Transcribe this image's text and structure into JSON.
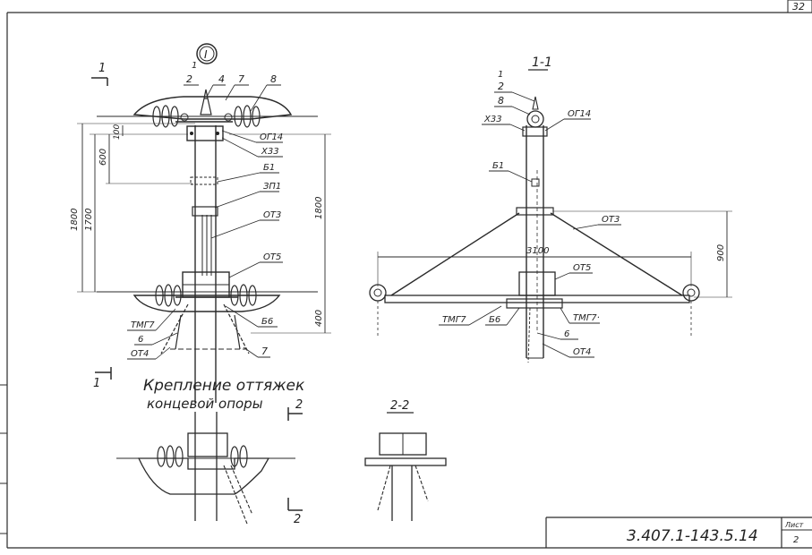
{
  "sheet": {
    "page_number": "32",
    "document_code": "3.407.1-143.5.14",
    "sheet_label": "Лист",
    "sheet_number": "2"
  },
  "node_marker": "I",
  "caption": {
    "line1": "Крепление оттяжек",
    "line2": "концевой опоры"
  },
  "views": {
    "front": {
      "section_mark": "1",
      "items": {
        "i1": "1",
        "i2": "2",
        "i4": "4",
        "i7": "7",
        "i8": "8",
        "og14": "ОГ14",
        "x33": "Х33",
        "b1": "Б1",
        "zp1": "ЗП1",
        "ot3": "ОТ3",
        "ot5": "ОТ5",
        "tmg7": "ТМГ7",
        "b6": "Б6",
        "i6": "6",
        "i7b": "7",
        "ot4": "ОТ4"
      },
      "dims": {
        "d1800": "1800",
        "d1700": "1700",
        "d600": "600",
        "d100": "100",
        "d1800r": "1800",
        "d400": "400"
      }
    },
    "side": {
      "title": "1-1",
      "items": {
        "i1": "1",
        "i2": "2",
        "i8": "8",
        "x33": "Х33",
        "og14": "ОГ14",
        "b1": "Б1",
        "ot3": "ОТ3",
        "ot5": "ОТ5",
        "tmg7l": "ТМГ7",
        "b6": "Б6",
        "tmg7r": "ТМГ7·",
        "i6": "6",
        "ot4": "ОТ4"
      },
      "dims": {
        "d3100": "3100",
        "d900": "900"
      }
    },
    "detail_a": {
      "section_mark": "1"
    },
    "detail_b": {
      "section_mark": "2",
      "section_mark_b": "2"
    },
    "section_22": {
      "title": "2-2"
    }
  }
}
